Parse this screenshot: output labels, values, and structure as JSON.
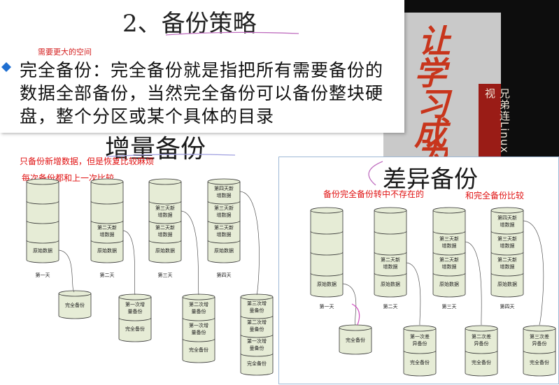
{
  "top_slide": {
    "title": "2、备份策略",
    "note": "需要更大的空间",
    "full_backup_text": "完全备份：完全备份就是指把所有需要备份的数据全部备份，当然完全备份可以备份整块硬盘，整个分区或某个具体的目录"
  },
  "book_cover": {
    "calligraphy": [
      "让",
      "学",
      "习",
      "成",
      "为"
    ],
    "spine_text": "兄弟连Linux视"
  },
  "incremental": {
    "title": "增量备份",
    "note1": "只备份新增数据，但是恢复比较麻烦",
    "note2": "每次备份都和上一次比较"
  },
  "differential": {
    "title": "差异备份",
    "note1": "备份完全备份转中不存在的",
    "note2": "和完全备份比较"
  },
  "diagram_labels": {
    "original": "原始数据",
    "day1": "第一天",
    "day2": "第二天",
    "day3": "第三天",
    "day4": "第四天",
    "new2a": "第二天新",
    "new2b": "增数据",
    "new3a": "第三天新",
    "new3b": "增数据",
    "new4a": "第四天新",
    "new4b": "增数据",
    "full": "完全备份",
    "inc1a": "第一次增",
    "inc1b": "量备份",
    "inc2a": "第二次增",
    "inc2b": "量备份",
    "inc3a": "第三次增",
    "inc3b": "量备份",
    "diff1a": "第一次差",
    "diff1b": "异备份",
    "diff2a": "第二次差",
    "diff2b": "异备份",
    "diff3a": "第三次差",
    "diff3b": "异备份"
  },
  "colors": {
    "cylinder_fill": "#e6ecd6",
    "cylinder_stroke": "#333333",
    "red_note": "#e01010",
    "bullet": "#1f6fd1",
    "book_red": "#c8351c",
    "spine": "#9a1c16"
  }
}
